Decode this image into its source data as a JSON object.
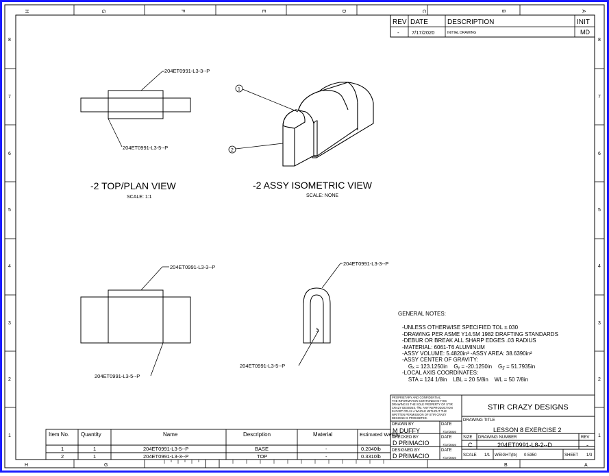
{
  "border_color": "#1a1aff",
  "zone_letters_top": [
    "H",
    "G",
    "F",
    "E",
    "D",
    "C",
    "B",
    "A"
  ],
  "zone_letters_bottom": [
    "H",
    "G",
    "B",
    "A"
  ],
  "zone_numbers": [
    "8",
    "7",
    "6",
    "5",
    "4",
    "3",
    "2",
    "1"
  ],
  "revision_block": {
    "headers": {
      "rev": "REV",
      "date": "DATE",
      "description": "DESCRIPTION",
      "init": "INIT"
    },
    "row": {
      "rev": "-",
      "date": "7/17/2020",
      "description": "INITIAL DRAWING",
      "init": "MD"
    }
  },
  "views": {
    "top_plan": {
      "title": "-2 TOP/PLAN VIEW",
      "scale": "SCALE: 1:1",
      "callout_upper": "204ET0991-L3-3--P",
      "callout_lower": "204ET0991-L3-5--P"
    },
    "isometric": {
      "title": "-2 ASSY ISOMETRIC VIEW",
      "scale": "SCALE: NONE",
      "balloon_1": "1",
      "balloon_2": "2"
    },
    "front": {
      "callout_upper": "204ET0991-L3-3--P",
      "callout_lower": "204ET0991-L3-5--P"
    },
    "side": {
      "callout_upper": "204ET0991-L3-3--P",
      "callout_lower": "204ET0991-L3-5--P",
      "marker": "2"
    }
  },
  "general_notes": {
    "heading": "GENERAL NOTES:",
    "lines": [
      "-UNLESS OTHERWISE SPECIFIED TOL ±.030",
      "-DRAWING PER ASME Y14.5M 1982 DRAFTING STANDARDS",
      "-DEBUR OR BREAK ALL SHARP EDGES .03 RADIUS",
      "-MATERIAL: 6061-T6 ALUMINUM",
      "-ASSY VOLUME: 5.4820in³    -ASSY AREA: 38.6390in²",
      "-ASSY CENTER OF GRAVITY:",
      "    Gₓ = 123.1250in    Gᵧ = -20.1250in    G𝓏 = 51.7935in",
      "-LOCAL AXIS COORDINATES:",
      "    STA = 124 1/8in    LBL = 20 5/8in    WL = 50 7/8in"
    ]
  },
  "title_block": {
    "proprietary": [
      "PROPRIETARY AND CONFIDENTIAL:",
      "THE INFORMATION CONTAINED IN THIS",
      "DRAWING IS THE SOLE PROPERTY OF STIR",
      "CRAZY DESIGNS, ®M. ANY REPRODUCTION",
      "IN PART OR AS A WHOLE WITHOUT THE",
      "WRITTEN PERMISSION OF STIR CRAZY",
      "DESIGNS IS PROHIBITED."
    ],
    "company": "STIR CRAZY DESIGNS",
    "drawn_by_label": "DRAWN BY",
    "drawn_by": "M DUFFY",
    "date_label": "DATE",
    "drawn_date": "7/17/2020",
    "checked_by_label": "CHECKED BY",
    "checked_by": "D PRIMACIO",
    "checked_date": "7/17/2020",
    "designed_by_label": "DESIGNED BY",
    "designed_by": "D PRIMACIO",
    "designed_date": "7/17/2020",
    "drawing_title_label": "DRAWING TITLE",
    "drawing_title": "LESSON 8 EXERCISE 2",
    "size_label": "SIZE",
    "size": "C",
    "drawing_number_label": "DRAWING NUMBER",
    "drawing_number": "204ET0991-L8-2--D",
    "rev_label": "REV",
    "rev": "-",
    "scale_label": "SCALE",
    "scale": "1/1",
    "weight_label": "WEIGHT(lb)",
    "weight": "0.5350",
    "sheet_label": "SHEET",
    "sheet": "1/3"
  },
  "bom": {
    "headers": [
      "Item No.",
      "Quantity",
      "Name",
      "Description",
      "Material",
      "Estimated Weight"
    ],
    "rows": [
      {
        "item": "1",
        "qty": "1",
        "name": "204ET0991-L3-5--P",
        "desc": "BASE",
        "material": "-",
        "weight": "0.2040lb"
      },
      {
        "item": "2",
        "qty": "1",
        "name": "204ET0991-L3-3--P",
        "desc": "TOP",
        "material": "-",
        "weight": "0.3310lb"
      }
    ]
  }
}
